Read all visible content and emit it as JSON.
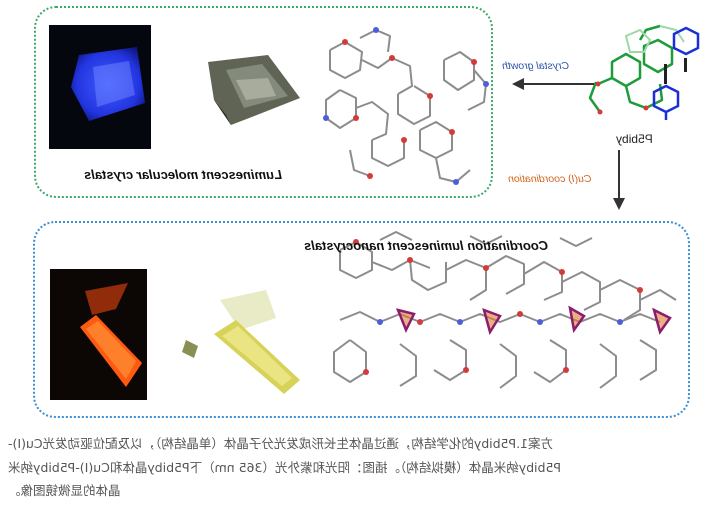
{
  "labels": {
    "luminescent_molecular_crystals": "Luminescent molecular crystals",
    "coordination_luminescent_nanocrystals": "Coordination luminescent nanocrystals",
    "crystal_growth": "Crystal growth",
    "cu_coordination": "Cu(I) coordination",
    "p5biby": "P5biby"
  },
  "caption": {
    "line1": "方案1.P5biby的化学结构，通过晶体生长形成发光分子晶体（单晶结构），以及配位驱动发光Cu(I)-",
    "line2": "P5biby纳米晶体（模拟结构）。插图：阳光和紫外光（365 nm）下P5biby晶体和Cu(I)-P5biby纳米",
    "line3": "晶体的显微镜图像。"
  },
  "colors": {
    "top_panel_border": "#3fa86a",
    "bottom_panel_border": "#3a8fd6",
    "crystal_growth_label": "#2b53a8",
    "cu_coordination_label": "#d1651d",
    "blue_emission": "#2b45ff",
    "orange_emission": "#ff5a10",
    "molecule_green": "#1e9b3a",
    "molecule_blue": "#1a2fd6",
    "copper_polyhedra": "#8a1d6e"
  }
}
